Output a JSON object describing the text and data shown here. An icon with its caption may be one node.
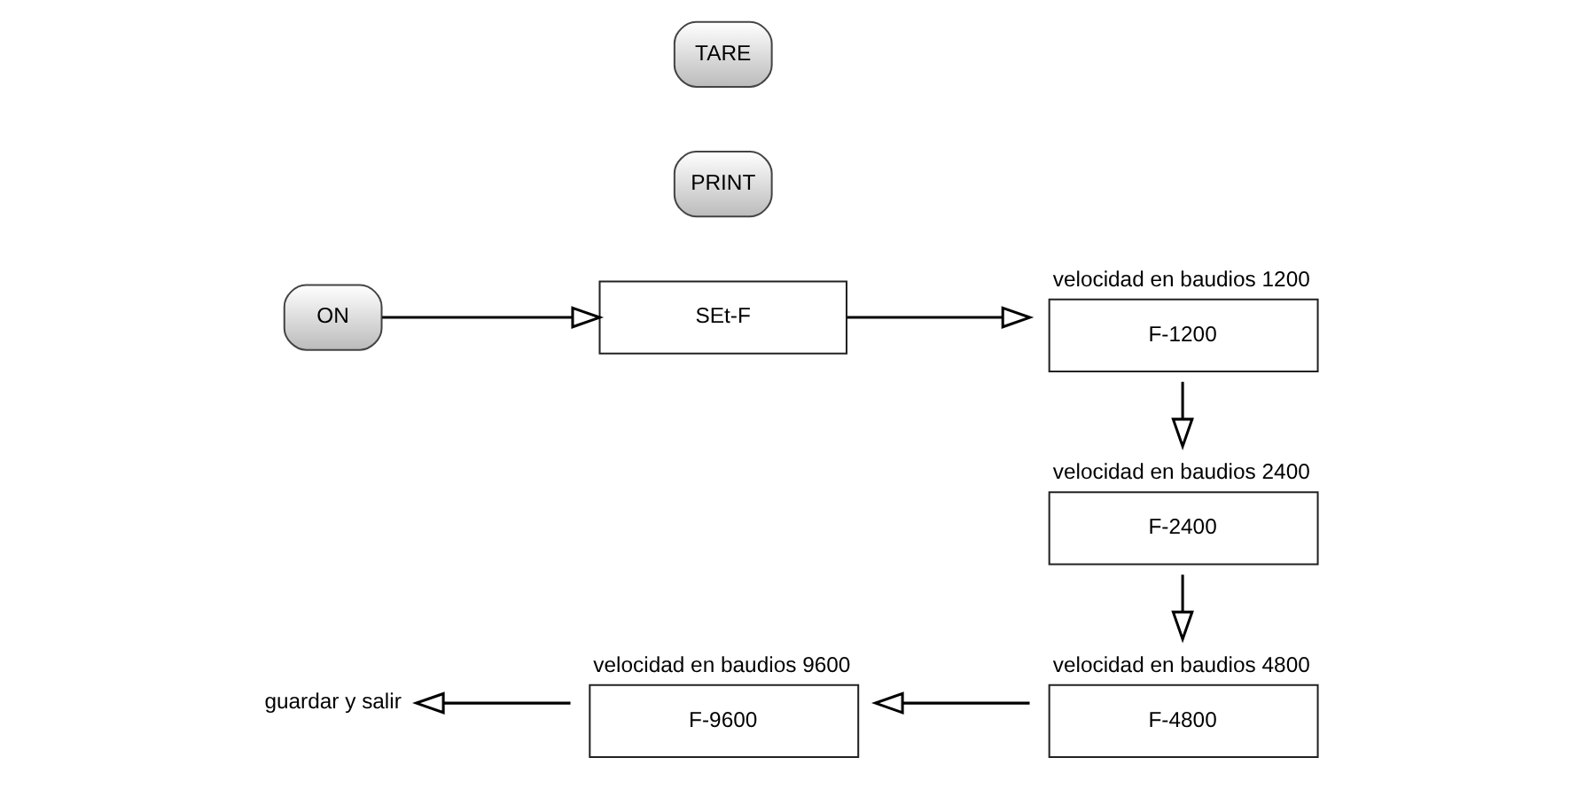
{
  "diagram": {
    "nodes": [
      {
        "text": [
          "ON"
        ]
      },
      {
        "text": [
          "SEt-F"
        ]
      },
      {
        "text": [
          "PRINT"
        ]
      },
      {
        "text": [
          "F-1200"
        ],
        "beside": [
          "velocidad en baudios 1200"
        ]
      },
      {
        "text": [
          "F-2400"
        ],
        "beside": [
          "velocidad en baudios 2400"
        ]
      },
      {
        "text": [
          "F-4800"
        ],
        "beside": [
          "velocidad en baudios 4800"
        ]
      },
      {
        "text": [
          "F-9600"
        ],
        "beside": [
          "velocidad en baudios 9600"
        ]
      },
      {
        "text": [
          "TARE"
        ]
      },
      {
        "text": [
          "guardar y salir"
        ]
      }
    ],
    "edges": [
      {
        "from": 0,
        "to": 1,
        "arrow": "to"
      },
      {
        "from": 1,
        "to": 3,
        "arrow": "to"
      },
      {
        "from": 3,
        "to": 4,
        "arrow": "to"
      },
      {
        "from": 4,
        "to": 5,
        "arrow": "to"
      },
      {
        "from": 5,
        "to": 6,
        "arrow": "to"
      },
      {
        "from": 6,
        "to": 8,
        "arrow": "to"
      }
    ]
  }
}
